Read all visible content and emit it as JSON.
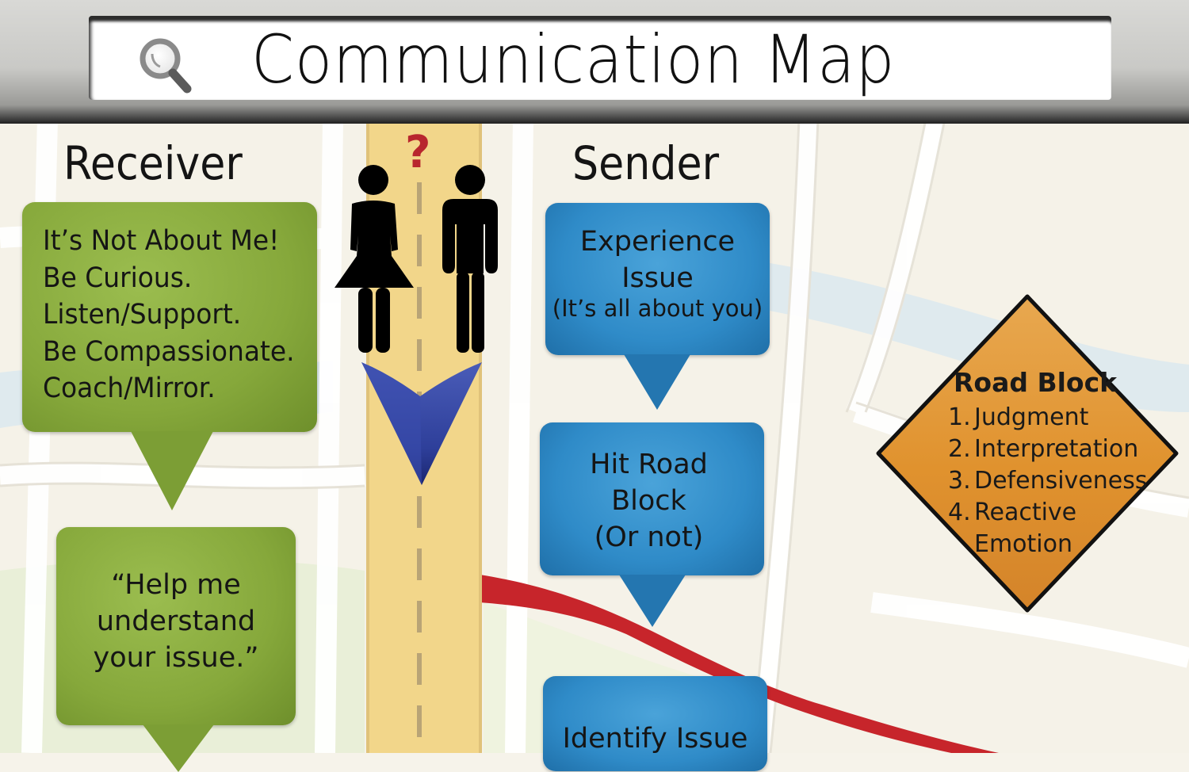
{
  "header": {
    "title": "Communication Map",
    "icon": "search-icon"
  },
  "columns": {
    "receiver": {
      "heading": "Receiver",
      "bubbles": [
        {
          "lines": [
            "It’s Not About Me!",
            "Be Curious.",
            "Listen/Support.",
            "Be Compassionate.",
            "Coach/Mirror."
          ]
        },
        {
          "lines": [
            "“Help me",
            "understand",
            "your issue.”"
          ]
        }
      ]
    },
    "sender": {
      "heading": "Sender",
      "bubbles": [
        {
          "lines": [
            "Experience",
            "Issue"
          ],
          "sub": "(It’s all about you)"
        },
        {
          "lines": [
            "Hit Road",
            "Block",
            "(Or not)"
          ]
        },
        {
          "lines": [
            "Identify Issue"
          ]
        }
      ]
    }
  },
  "center_road": {
    "question_mark": "?",
    "figures": [
      "woman-figure-icon",
      "man-figure-icon"
    ],
    "arrow": "down-arrow-icon"
  },
  "road_block": {
    "title": "Road Block",
    "items": [
      {
        "num": "1.",
        "label": "Judgment"
      },
      {
        "num": "2.",
        "label": "Interpretation"
      },
      {
        "num": "3.",
        "label": "Defensiveness"
      },
      {
        "num": "4.",
        "label": "Reactive"
      },
      {
        "num": "",
        "label": "Emotion"
      }
    ]
  },
  "colors": {
    "receiver_green": "#86a83b",
    "sender_blue": "#2f8bc8",
    "road_yellow": "#f2d68a",
    "route_red": "#c7252b",
    "sign_orange": "#e0922e",
    "arrow_blue": "#2e3f9a",
    "question_red": "#b8262e"
  }
}
